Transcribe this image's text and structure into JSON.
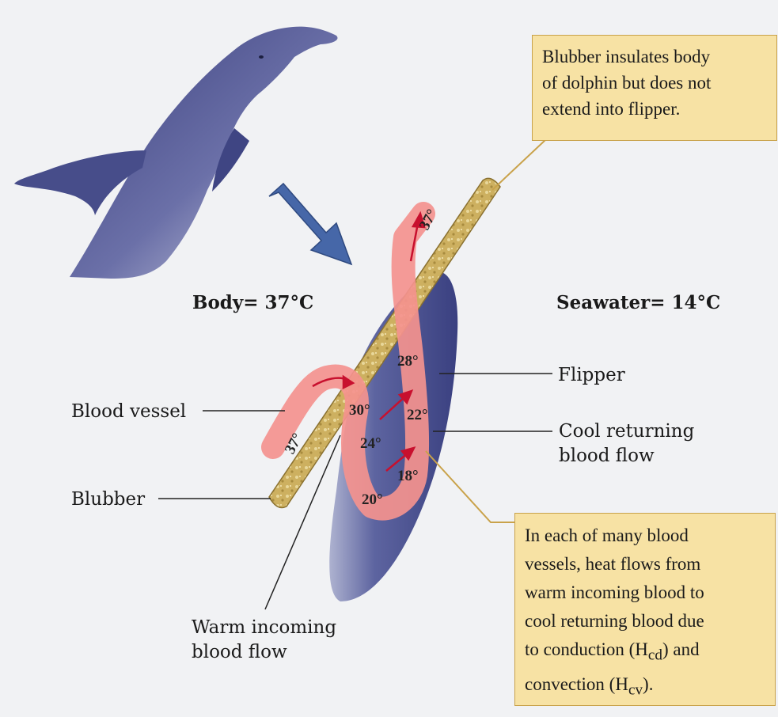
{
  "colors": {
    "background": "#f1f2f4",
    "dolphin": "#4a5089",
    "flipper": "#4d548f",
    "blubber": "#c9ae5c",
    "blood_vessel": "#f4938e",
    "arrow_blue": "#4667a8",
    "note_box": "#f7e2a4"
  },
  "labels": {
    "body_temp": "Body= 37°C",
    "seawater_temp": "Seawater= 14°C",
    "blood_vessel": "Blood vessel",
    "blubber": "Blubber",
    "flipper": "Flipper",
    "cool_returning": [
      "Cool returning",
      "blood flow"
    ],
    "warm_incoming": [
      "Warm incoming",
      "blood flow"
    ]
  },
  "top_note": [
    "Blubber insulates body",
    "of dolphin but does not",
    "extend into flipper."
  ],
  "bottom_note": {
    "lines": [
      "In each of many blood",
      "vessels, heat flows from",
      "warm incoming blood to",
      "cool returning blood due"
    ],
    "line5_pre": "to conduction (H",
    "line5_sub": "cd",
    "line5_post": ") and",
    "line6_pre": "convection (H",
    "line6_sub": "cv",
    "line6_post": ")."
  },
  "temperatures": {
    "in_start": "37°",
    "t30": "30°",
    "t24": "24°",
    "t20": "20°",
    "t18": "18°",
    "t22": "22°",
    "t28": "28°",
    "out_end": "37°"
  }
}
